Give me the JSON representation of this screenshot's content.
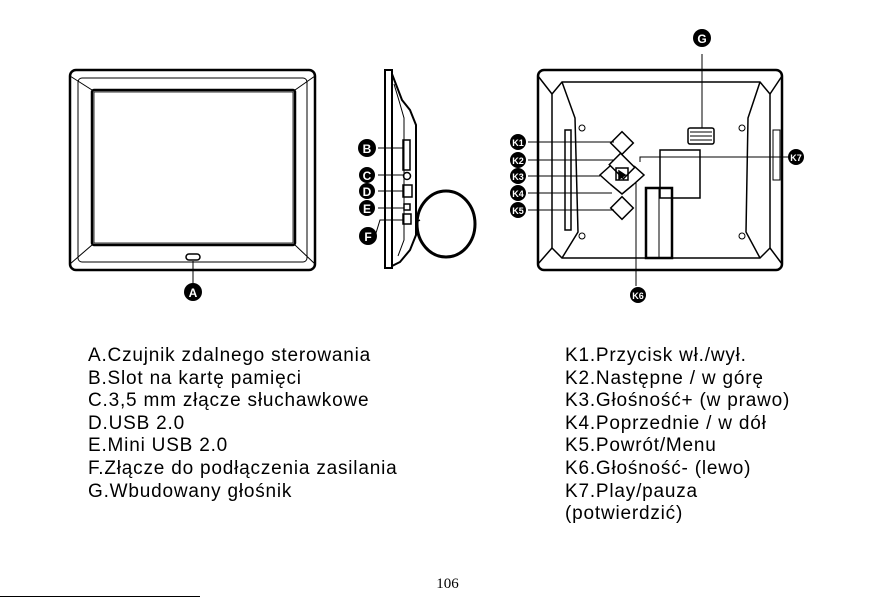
{
  "labels": {
    "a": "A",
    "b": "B",
    "c": "C",
    "d": "D",
    "e": "E",
    "f": "F",
    "g": "G",
    "k1": "K1",
    "k2": "K2",
    "k3": "K3",
    "k4": "K4",
    "k5": "K5",
    "k6": "K6",
    "k7": "K7"
  },
  "legend_left": [
    "A.Czujnik zdalnego sterowania",
    "B.Slot na kartę pamięci",
    "C.3,5 mm złącze słuchawkowe",
    "D.USB 2.0",
    "E.Mini USB 2.0",
    "F.Złącze do podłączenia zasilania",
    "G.Wbudowany głośnik"
  ],
  "legend_right": [
    "K1.Przycisk wł./wył.",
    "K2.Następne / w górę",
    "K3.Głośność+ (w prawo)",
    "K4.Poprzednie / w dół",
    "K5.Powrót/Menu",
    "K6.Głośność- (lewo)",
    "K7.Play/pauza",
    "(potwierdzić)"
  ],
  "page_number": "106"
}
